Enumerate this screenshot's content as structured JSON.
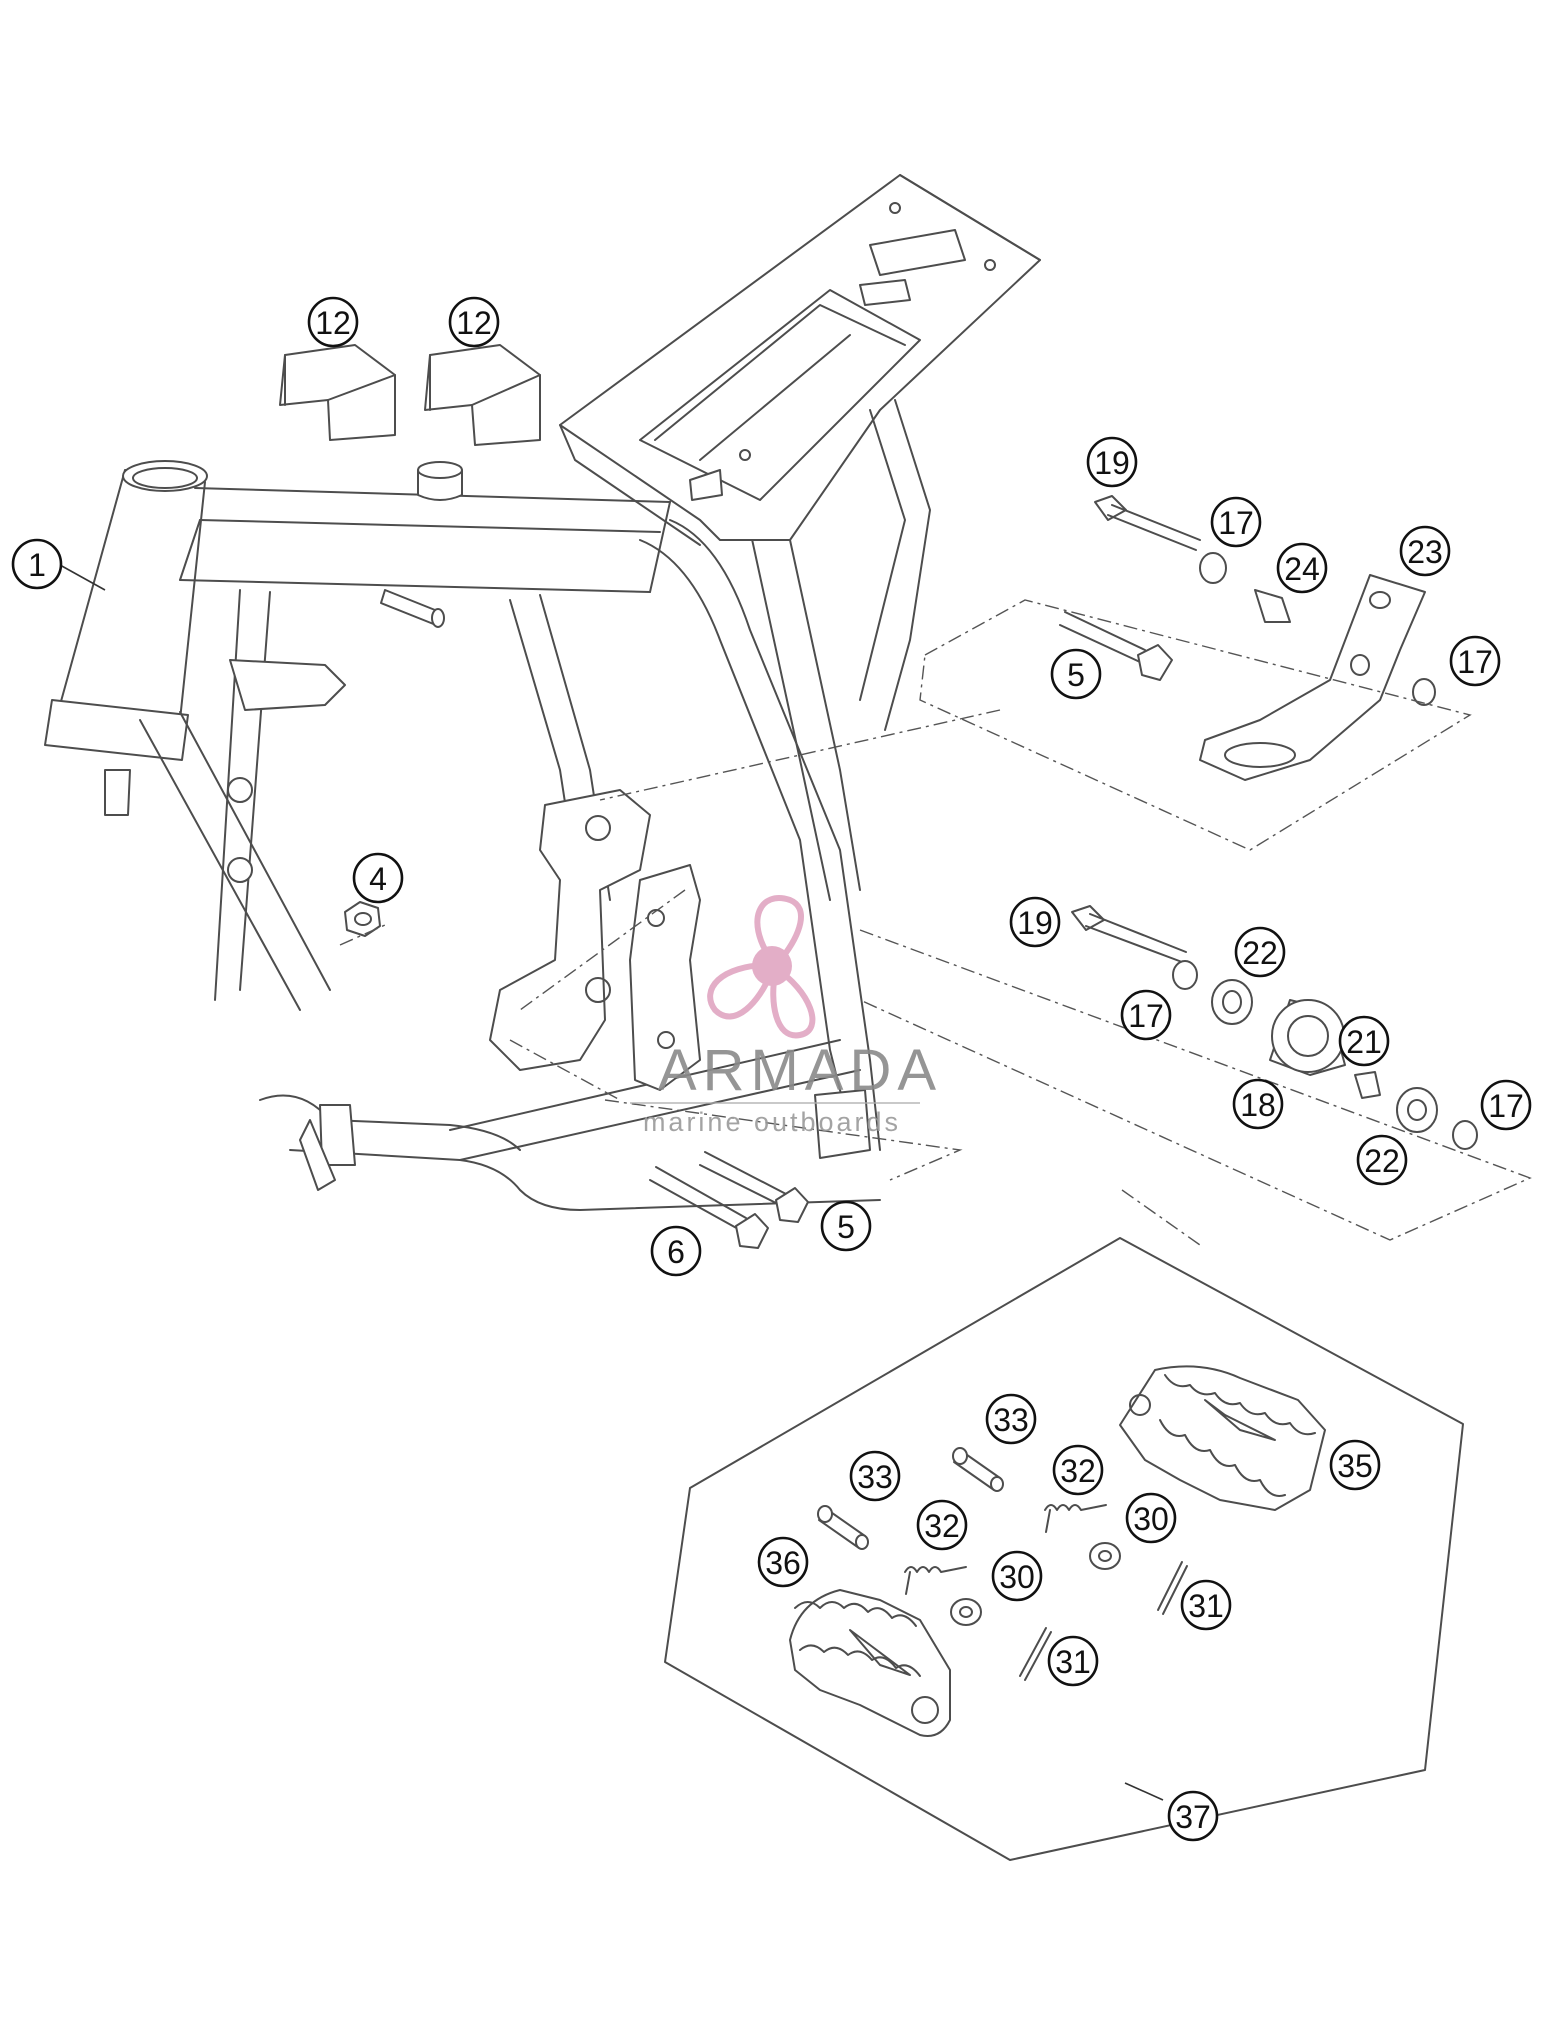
{
  "callouts": [
    {
      "label": "1"
    },
    {
      "label": "12"
    },
    {
      "label": "12"
    },
    {
      "label": "4"
    },
    {
      "label": "19"
    },
    {
      "label": "17"
    },
    {
      "label": "24"
    },
    {
      "label": "23"
    },
    {
      "label": "5"
    },
    {
      "label": "17"
    },
    {
      "label": "19"
    },
    {
      "label": "22"
    },
    {
      "label": "17"
    },
    {
      "label": "21"
    },
    {
      "label": "18"
    },
    {
      "label": "17"
    },
    {
      "label": "22"
    },
    {
      "label": "6"
    },
    {
      "label": "5"
    },
    {
      "label": "33"
    },
    {
      "label": "32"
    },
    {
      "label": "35"
    },
    {
      "label": "33"
    },
    {
      "label": "30"
    },
    {
      "label": "32"
    },
    {
      "label": "36"
    },
    {
      "label": "30"
    },
    {
      "label": "31"
    },
    {
      "label": "31"
    },
    {
      "label": "37"
    }
  ],
  "watermark": {
    "brand": "ARMADA",
    "tagline": "marine outboards",
    "logo_icon": "propeller-logo-icon",
    "accent_color": "#e0a6c2"
  },
  "colors": {
    "line": "#4d4d4d",
    "callout": "#111111"
  }
}
